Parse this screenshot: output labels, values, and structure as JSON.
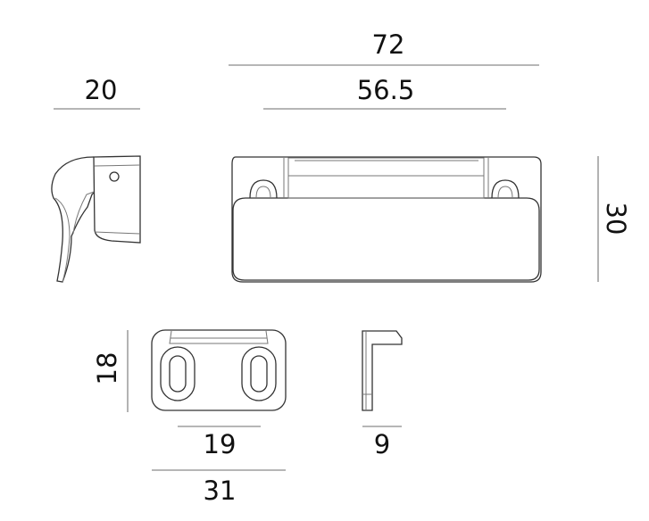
{
  "title": "Handle technical drawing with dimensions",
  "dimensions": {
    "overall_width": "72",
    "hole_spacing": "56.5",
    "side_depth": "20",
    "height": "30",
    "plate_height": "18",
    "plate_slot_spacing": "19",
    "plate_width": "31",
    "bracket_depth": "9"
  }
}
